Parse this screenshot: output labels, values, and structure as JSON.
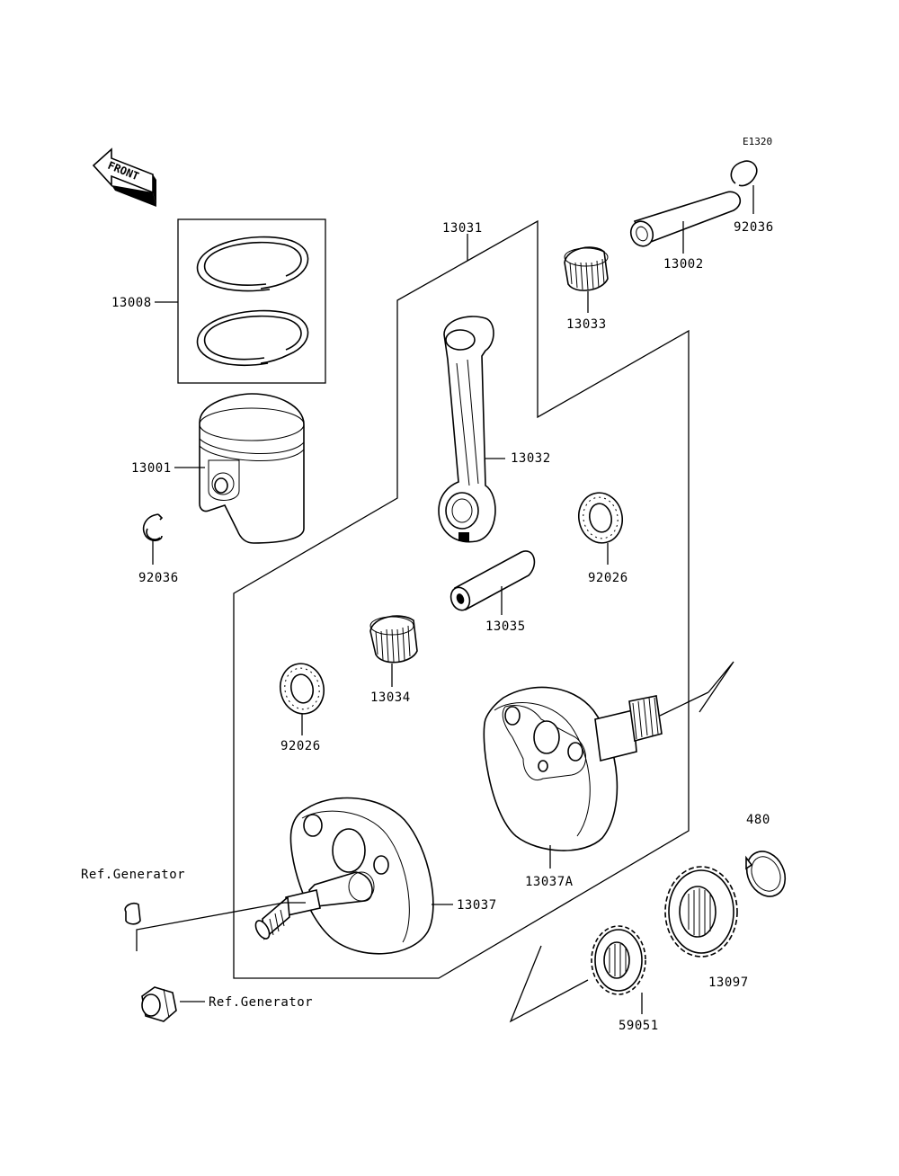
{
  "diagram": {
    "code": "E1320",
    "front_label": "FRONT",
    "parts": [
      {
        "id": "13008",
        "label": "13008"
      },
      {
        "id": "13001",
        "label": "13001"
      },
      {
        "id": "92036a",
        "label": "92036"
      },
      {
        "id": "92036b",
        "label": "92036"
      },
      {
        "id": "13002",
        "label": "13002"
      },
      {
        "id": "13031",
        "label": "13031"
      },
      {
        "id": "13033",
        "label": "13033"
      },
      {
        "id": "13032",
        "label": "13032"
      },
      {
        "id": "92026a",
        "label": "92026"
      },
      {
        "id": "13035",
        "label": "13035"
      },
      {
        "id": "13034",
        "label": "13034"
      },
      {
        "id": "92026b",
        "label": "92026"
      },
      {
        "id": "13037A",
        "label": "13037A"
      },
      {
        "id": "480",
        "label": "480"
      },
      {
        "id": "refgen1",
        "label": "Ref.Generator"
      },
      {
        "id": "13037",
        "label": "13037"
      },
      {
        "id": "13097",
        "label": "13097"
      },
      {
        "id": "refgen2",
        "label": "Ref.Generator"
      },
      {
        "id": "59051",
        "label": "59051"
      }
    ]
  }
}
